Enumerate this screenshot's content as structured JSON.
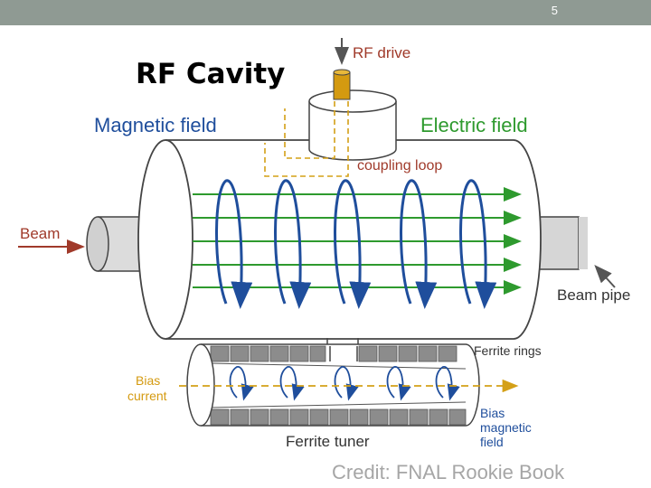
{
  "slide": {
    "number": "5",
    "title": "RF Cavity",
    "credit": "Credit: FNAL Rookie Book"
  },
  "diagram": {
    "labels": {
      "rf_drive": "RF drive",
      "magnetic_field": "Magnetic field",
      "electric_field": "Electric field",
      "coupling_loop": "coupling loop",
      "beam": "Beam",
      "beam_pipe": "Beam pipe",
      "ferrite_rings": "Ferrite rings",
      "bias_current_line1": "Bias",
      "bias_current_line2": "current",
      "bias_field_line1": "Bias",
      "bias_field_line2": "magnetic",
      "bias_field_line3": "field",
      "ferrite_tuner": "Ferrite tuner"
    },
    "colors": {
      "magnetic": "#1f4e9c",
      "electric": "#2e9a2e",
      "beam": "#a03a2a",
      "coupling": "#d4a017",
      "drive_stem": "#d49a10",
      "ferrite": "#8c8c8c",
      "label": "#333333"
    }
  }
}
